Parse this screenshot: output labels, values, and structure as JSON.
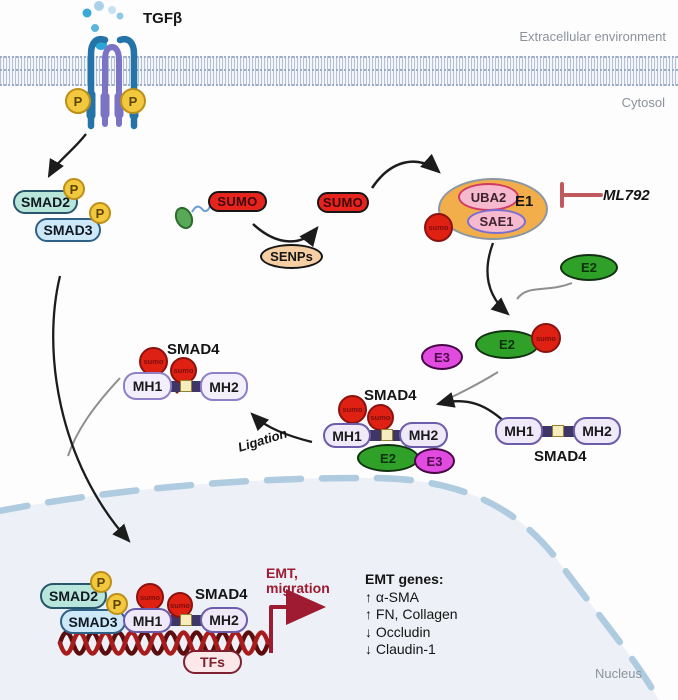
{
  "regions": {
    "extracellular": "Extracellular environment",
    "cytosol": "Cytosol",
    "nucleus": "Nucleus"
  },
  "ligand": "TGFβ",
  "phospho": "P",
  "proteins": {
    "smad2": "SMAD2",
    "smad3": "SMAD3",
    "smad4": "SMAD4",
    "mh1": "MH1",
    "mh2": "MH2",
    "sumo": "SUMO",
    "sumo_small": "sumo",
    "senps": "SENPs",
    "uba2": "UBA2",
    "sae1": "SAE1",
    "e1": "E1",
    "e2": "E2",
    "e3": "E3",
    "tfs": "TFs"
  },
  "inhibitor": "ML792",
  "labels": {
    "ligation": "Ligation",
    "emt_line1": "EMT,",
    "emt_line2": "migration"
  },
  "emt_genes": {
    "title": "EMT genes:",
    "items": [
      "↑ α-SMA",
      "↑ FN, Collagen",
      "↓ Occludin",
      "↓ Claudin-1"
    ]
  },
  "colors": {
    "sumo_red": "#e6241d",
    "e1_orange": "#f2ae4a",
    "uba2_sae1_pink": "#f6b9cd",
    "e2_green": "#2fa128",
    "e3_magenta": "#e24be0",
    "senps_tan": "#f5cfa3",
    "smad2_teal": "#b9e6da",
    "smad3_blue": "#cde8f8",
    "phospho_yellow": "#f2c83f",
    "mh_lavender": "#efe9f9",
    "linker_indigo": "#3d3666",
    "tfs_pink": "#fce8e8",
    "emt_red": "#9e1b32",
    "inhibition_red": "#c05a5e",
    "nucleus_fill": "#edf0f6",
    "nucleus_dash": "#aecbe0",
    "receptor_blue": "#2574a9",
    "receptor_purple": "#7b74c5"
  }
}
